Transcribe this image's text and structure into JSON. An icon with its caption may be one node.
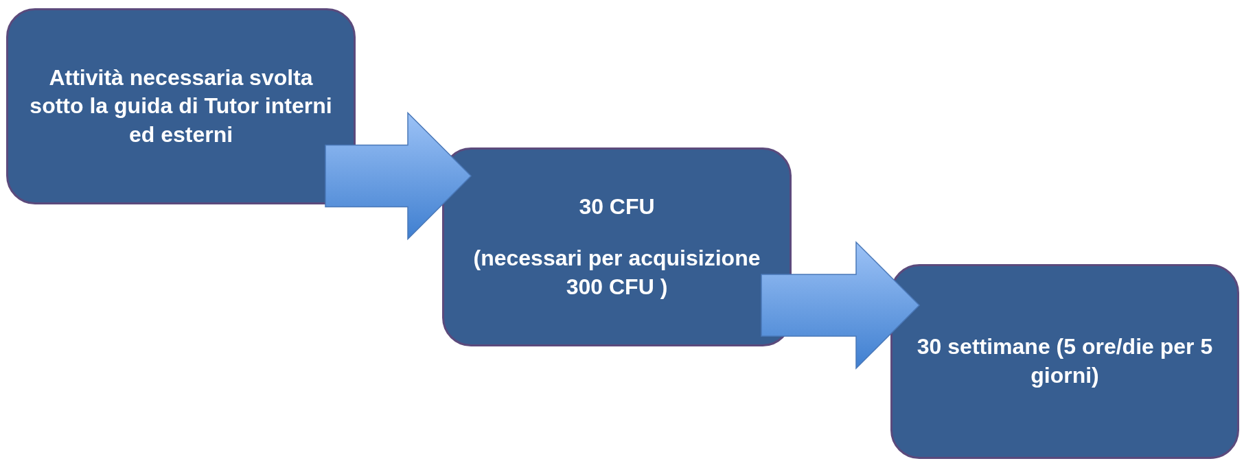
{
  "diagram": {
    "nodes": [
      {
        "text": [
          "Attività necessaria svolta sotto la guida di Tutor interni ed esterni"
        ]
      },
      {
        "text": [
          "30 CFU",
          "(necessari per acquisizione 300 CFU )"
        ]
      },
      {
        "text": [
          "30 settimane (5 ore/die per 5 giorni)"
        ]
      }
    ],
    "edges": [
      {
        "from": 0,
        "to": 1,
        "arrow": "to"
      },
      {
        "from": 1,
        "to": 2,
        "arrow": "to"
      }
    ]
  }
}
